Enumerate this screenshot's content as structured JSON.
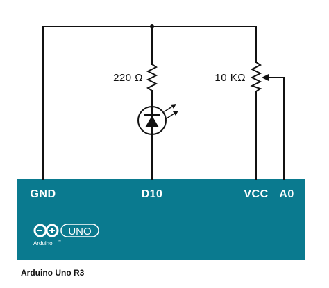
{
  "components": {
    "resistor": {
      "value": "220 Ω"
    },
    "potentiometer": {
      "value": "10 KΩ"
    }
  },
  "board": {
    "color": "#0a7a8f",
    "pins": {
      "gnd": "GND",
      "d10": "D10",
      "vcc": "VCC",
      "a0": "A0"
    },
    "logo": {
      "brand": "Arduino",
      "model": "UNO",
      "trademark": "™"
    }
  },
  "caption": "Arduino Uno R3"
}
